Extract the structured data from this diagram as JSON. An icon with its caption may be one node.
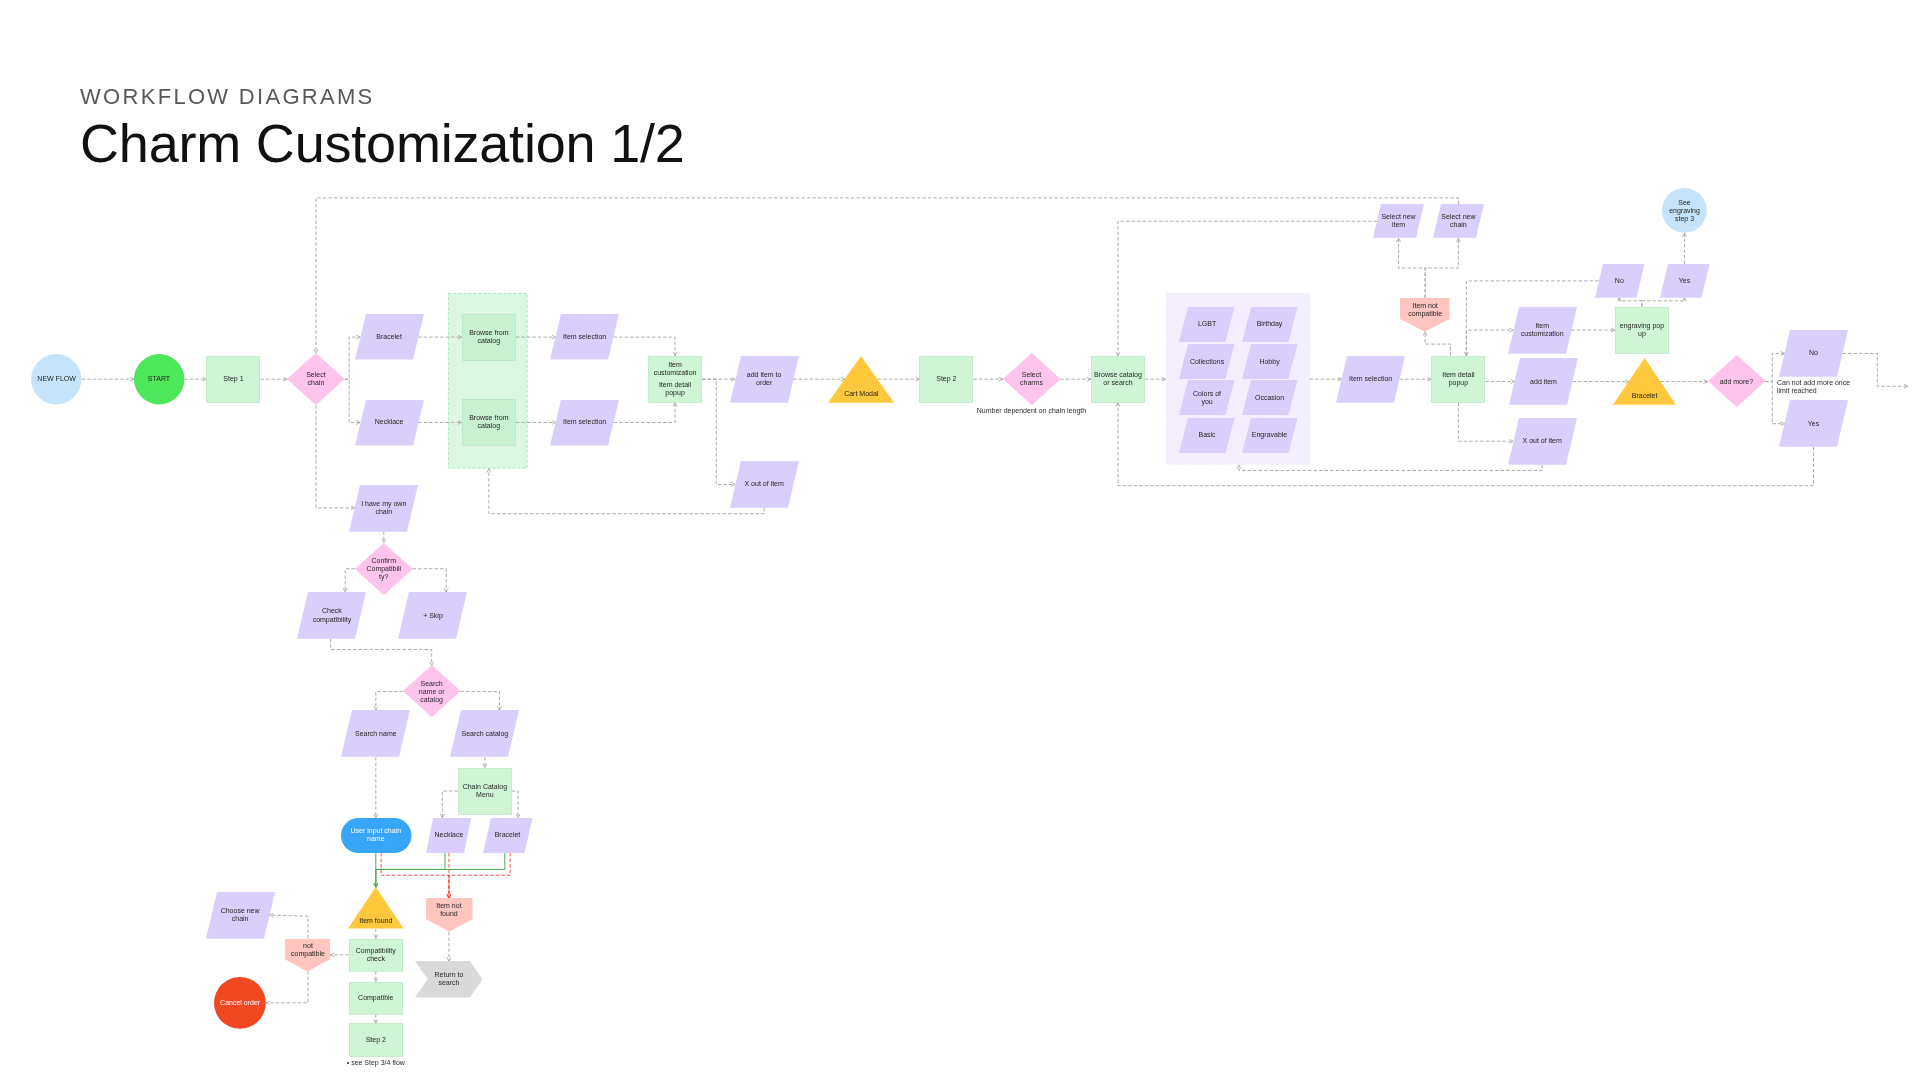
{
  "diagram": {
    "title": "Charm Customization 1/2",
    "nodes": [
      {
        "text": [
          "NEW FLOW"
        ]
      },
      {
        "text": [
          "START"
        ]
      },
      {
        "text": [
          "Step 1"
        ]
      },
      {
        "text": [
          "Select chain"
        ]
      },
      {
        "text": [
          "Bracelet"
        ]
      },
      {
        "text": [
          "Necklace"
        ]
      },
      {
        "text": [],
        "shape": "box"
      },
      {
        "text": [
          "Browse from catalog"
        ],
        "in": 6
      },
      {
        "text": [
          "Browse from catalog"
        ],
        "in": 6
      },
      {
        "text": [
          "Item selection"
        ]
      },
      {
        "text": [
          "Item selection"
        ]
      },
      {
        "text": [
          "Item customization",
          "Item detail popup"
        ]
      },
      {
        "text": [
          "add item to order"
        ]
      },
      {
        "text": [
          "X out of item"
        ]
      },
      {
        "text": [
          "Cart Modal"
        ]
      },
      {
        "text": [
          "Step 2"
        ]
      },
      {
        "text": [
          "Select charms"
        ],
        "beside": [
          "Number dependent on chain length"
        ]
      },
      {
        "text": [
          "Browse catalog or search"
        ]
      },
      {
        "text": [],
        "shape": "box"
      },
      {
        "text": [
          "LGBT"
        ],
        "in": 18
      },
      {
        "text": [
          "Birthday"
        ],
        "in": 18
      },
      {
        "text": [
          "Collections"
        ],
        "in": 18
      },
      {
        "text": [
          "Hobby"
        ],
        "in": 18
      },
      {
        "text": [
          "Colors of you"
        ],
        "in": 18
      },
      {
        "text": [
          "Occasion"
        ],
        "in": 18
      },
      {
        "text": [
          "Basic"
        ],
        "in": 18
      },
      {
        "text": [
          "Engravable"
        ],
        "in": 18
      },
      {
        "text": [
          "Item selection"
        ]
      },
      {
        "text": [
          "Item detail popup"
        ]
      },
      {
        "text": [
          "Item not compatible"
        ]
      },
      {
        "text": [
          "Select new item"
        ]
      },
      {
        "text": [
          "Select new chain"
        ]
      },
      {
        "text": [
          "Item customization"
        ]
      },
      {
        "text": [
          "engraving pop up"
        ]
      },
      {
        "text": [
          "No"
        ]
      },
      {
        "text": [
          "Yes"
        ]
      },
      {
        "text": [
          "See engraving step 3"
        ]
      },
      {
        "text": [
          "add item"
        ]
      },
      {
        "text": [
          "X out of item"
        ]
      },
      {
        "text": [
          "Bracelet"
        ]
      },
      {
        "text": [
          "add more?"
        ]
      },
      {
        "text": [
          "No"
        ]
      },
      {
        "text": [
          "Yes"
        ]
      },
      {
        "text": [
          "I have my own chain"
        ]
      },
      {
        "text": [
          "Confirm Compatibility?"
        ]
      },
      {
        "text": [
          "Check compatibility"
        ]
      },
      {
        "text": [
          "+ Skip"
        ]
      },
      {
        "text": [
          "Search name or catalog"
        ]
      },
      {
        "text": [
          "Search name"
        ]
      },
      {
        "text": [
          "Search catalog"
        ]
      },
      {
        "text": [
          "Chain Catalog Menu"
        ]
      },
      {
        "text": [
          "User input chain name"
        ]
      },
      {
        "text": [
          "Necklace"
        ]
      },
      {
        "text": [
          "Bracelet"
        ]
      },
      {
        "text": [
          "Item found"
        ]
      },
      {
        "text": [
          "Item not found"
        ]
      },
      {
        "text": [
          "Return to search"
        ]
      },
      {
        "text": [
          "Choose new chain"
        ]
      },
      {
        "text": [
          "not compatible"
        ]
      },
      {
        "text": [
          "Compatibility check"
        ]
      },
      {
        "text": [
          "Cancel order"
        ]
      },
      {
        "text": [
          "Compatible"
        ]
      },
      {
        "text": [
          "Step 2"
        ],
        "beside": [
          "• see Step 3/4 flow"
        ]
      }
    ],
    "edges": [
      {
        "from": 0,
        "to": 1,
        "arrow": "to",
        "style": "dashed"
      },
      {
        "from": 1,
        "to": 2,
        "arrow": "to",
        "style": "dashed"
      },
      {
        "from": 2,
        "to": 3,
        "arrow": "to",
        "style": "dashed"
      },
      {
        "from": 3,
        "to": 4,
        "arrow": "to",
        "style": "dashed"
      },
      {
        "from": 3,
        "to": 5,
        "arrow": "to",
        "style": "dashed"
      },
      {
        "from": 3,
        "to": 43,
        "arrow": "to",
        "style": "dashed"
      },
      {
        "from": 4,
        "to": 7,
        "arrow": "to",
        "style": "dashed"
      },
      {
        "from": 5,
        "to": 8,
        "arrow": "to",
        "style": "dashed"
      },
      {
        "from": 7,
        "to": 9,
        "arrow": "to",
        "style": "dashed"
      },
      {
        "from": 8,
        "to": 10,
        "arrow": "to",
        "style": "dashed"
      },
      {
        "from": 9,
        "to": 11,
        "arrow": "to",
        "style": "dashed"
      },
      {
        "from": 10,
        "to": 11,
        "arrow": "to",
        "style": "dashed"
      },
      {
        "from": 11,
        "to": 12,
        "arrow": "to",
        "style": "dashed"
      },
      {
        "from": 11,
        "to": 13,
        "arrow": "to",
        "style": "dashed"
      },
      {
        "from": 13,
        "to": 6,
        "arrow": "to",
        "style": "dashed"
      },
      {
        "from": 12,
        "to": 14,
        "arrow": "to",
        "style": "dashed"
      },
      {
        "from": 14,
        "to": 15,
        "arrow": "to",
        "style": "dashed"
      },
      {
        "from": 15,
        "to": 16,
        "arrow": "to",
        "style": "dashed"
      },
      {
        "from": 16,
        "to": 17,
        "arrow": "to",
        "style": "dashed"
      },
      {
        "from": 17,
        "to": 18,
        "arrow": "to",
        "style": "dashed"
      },
      {
        "from": 18,
        "to": 27,
        "arrow": "to",
        "style": "dashed"
      },
      {
        "from": 27,
        "to": 28,
        "arrow": "to",
        "style": "dashed"
      },
      {
        "from": 28,
        "to": 29,
        "arrow": "to",
        "style": "dashed"
      },
      {
        "from": 29,
        "to": 30,
        "arrow": "to",
        "style": "dashed"
      },
      {
        "from": 29,
        "to": 31,
        "arrow": "to",
        "style": "dashed"
      },
      {
        "from": 30,
        "to": 17,
        "arrow": "to",
        "style": "dashed"
      },
      {
        "from": 31,
        "to": 3,
        "arrow": "to",
        "style": "dashed"
      },
      {
        "from": 28,
        "to": 32,
        "arrow": "to",
        "style": "dashed"
      },
      {
        "from": 32,
        "to": 33,
        "arrow": "to",
        "style": "dashed"
      },
      {
        "from": 33,
        "to": 34,
        "arrow": "to",
        "style": "dashed"
      },
      {
        "from": 33,
        "to": 35,
        "arrow": "to",
        "style": "dashed"
      },
      {
        "from": 35,
        "to": 36,
        "arrow": "to",
        "style": "dashed"
      },
      {
        "from": 34,
        "to": 28,
        "arrow": "to",
        "style": "dashed"
      },
      {
        "from": 28,
        "to": 37,
        "arrow": "to",
        "style": "dashed"
      },
      {
        "from": 28,
        "to": 38,
        "arrow": "to",
        "style": "dashed"
      },
      {
        "from": 38,
        "to": 18,
        "arrow": "to",
        "style": "dashed"
      },
      {
        "from": 37,
        "to": 39,
        "arrow": "to",
        "style": "dashed"
      },
      {
        "from": 39,
        "to": 40,
        "arrow": "to",
        "style": "dashed"
      },
      {
        "from": 40,
        "to": 41,
        "arrow": "to",
        "style": "dashed"
      },
      {
        "from": 40,
        "to": 42,
        "arrow": "to",
        "style": "dashed"
      },
      {
        "from": 41,
        "to": null,
        "arrow": "to",
        "style": "dashed"
      },
      {
        "from": 42,
        "to": 17,
        "arrow": "to",
        "style": "dashed"
      },
      {
        "from": 43,
        "to": 44,
        "arrow": "to",
        "style": "dashed"
      },
      {
        "from": 44,
        "to": 45,
        "arrow": "to",
        "style": "dashed"
      },
      {
        "from": 44,
        "to": 46,
        "arrow": "to",
        "style": "dashed"
      },
      {
        "from": 45,
        "to": 47,
        "arrow": "to",
        "style": "dashed"
      },
      {
        "from": 47,
        "to": 48,
        "arrow": "to",
        "style": "dashed"
      },
      {
        "from": 47,
        "to": 49,
        "arrow": "to",
        "style": "dashed"
      },
      {
        "from": 49,
        "to": 50,
        "arrow": "to",
        "style": "dashed"
      },
      {
        "from": 50,
        "to": 52,
        "arrow": "to",
        "style": "dashed"
      },
      {
        "from": 50,
        "to": 53,
        "arrow": "to",
        "style": "dashed"
      },
      {
        "from": 48,
        "to": 51,
        "arrow": "to",
        "style": "dashed"
      },
      {
        "from": 51,
        "to": 54,
        "arrow": "to",
        "color": "#4caf50"
      },
      {
        "from": 52,
        "to": 54,
        "arrow": "to",
        "color": "#4caf50"
      },
      {
        "from": 53,
        "to": 54,
        "arrow": "to",
        "color": "#4caf50"
      },
      {
        "from": 51,
        "to": 55,
        "arrow": "to",
        "style": "dashed",
        "color": "#f44336"
      },
      {
        "from": 52,
        "to": 55,
        "arrow": "to",
        "style": "dashed",
        "color": "#f44336"
      },
      {
        "from": 53,
        "to": 55,
        "arrow": "to",
        "style": "dashed",
        "color": "#f44336"
      },
      {
        "from": 55,
        "to": 56,
        "arrow": "to",
        "style": "dashed"
      },
      {
        "from": 54,
        "to": 59,
        "arrow": "to",
        "style": "dashed"
      },
      {
        "from": 59,
        "to": 58,
        "arrow": "to",
        "style": "dashed"
      },
      {
        "from": 58,
        "to": 57,
        "arrow": "to",
        "style": "dashed"
      },
      {
        "from": 58,
        "to": 60,
        "arrow": "to",
        "style": "dashed"
      },
      {
        "from": 59,
        "to": 61,
        "arrow": "to",
        "style": "dashed"
      },
      {
        "from": 61,
        "to": 62,
        "arrow": "to",
        "style": "dashed"
      }
    ],
    "labels": [
      "WORKFLOW DIAGRAMS",
      "Can not add more once limit reached"
    ]
  }
}
